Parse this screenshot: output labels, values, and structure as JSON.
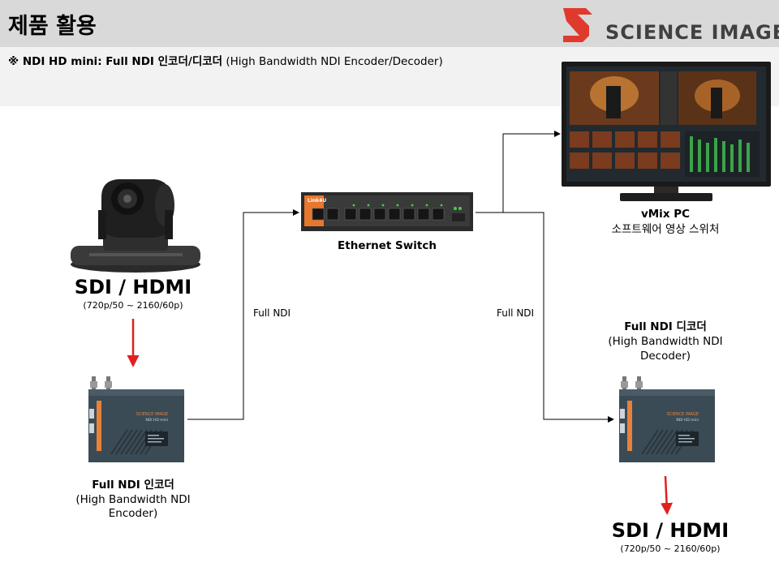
{
  "header": {
    "title": "제품 활용",
    "logo_text": "SCIENCE IMAGE",
    "brand_color": "#e03a2f"
  },
  "subtitle": {
    "mark": "※ NDI HD mini: Full NDI 인코더/디코더",
    "rest": " (High Bandwidth NDI Encoder/Decoder)"
  },
  "switch": {
    "brand": "Link4U",
    "label": "Ethernet Switch"
  },
  "pc": {
    "title": "vMix PC",
    "subtitle": "소프트웨어 영상 스위처"
  },
  "source": {
    "title": "SDI / HDMI",
    "range": "(720p/50  ~  2160/60p)"
  },
  "encoder": {
    "device_brand": "SCIENCE IMAGE",
    "device_model": "NDI HD mini",
    "title": "Full NDI 인코더",
    "line2": "(High Bandwidth NDI",
    "line3": "Encoder)"
  },
  "decoder": {
    "device_brand": "SCIENCE IMAGE",
    "device_model": "NDI HD mini",
    "title": "Full NDI 디코더",
    "line2": "(High Bandwidth NDI",
    "line3": "Decoder)"
  },
  "output": {
    "title": "SDI / HDMI",
    "range": "(720p/50  ~  2160/60p)"
  },
  "connections": {
    "left": "Full NDI",
    "right": "Full NDI"
  },
  "colors": {
    "arrow_red": "#e02020",
    "device_body": "#3b4b55",
    "device_accent": "#e8823a",
    "switch_orange": "#e8772e"
  }
}
